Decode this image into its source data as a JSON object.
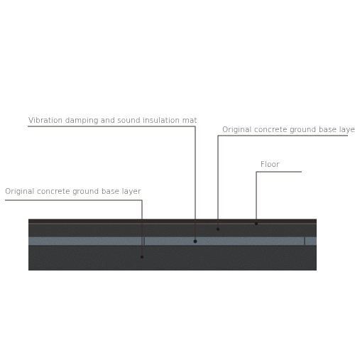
{
  "labels": {
    "vibration_mat": "Vibration damping and sound insulation mat",
    "original_concrete_right": "Original concrete ground base layer",
    "floor": "Floor",
    "original_concrete_left": "Original concrete ground base layer"
  },
  "colors": {
    "background": "#ffffff",
    "leader_line": "#3a2a24",
    "text": "#3a3a3a",
    "floor_layer": "#2e2a29",
    "mat_layer": "#54606a",
    "concrete_base": "#2b2c2d"
  }
}
